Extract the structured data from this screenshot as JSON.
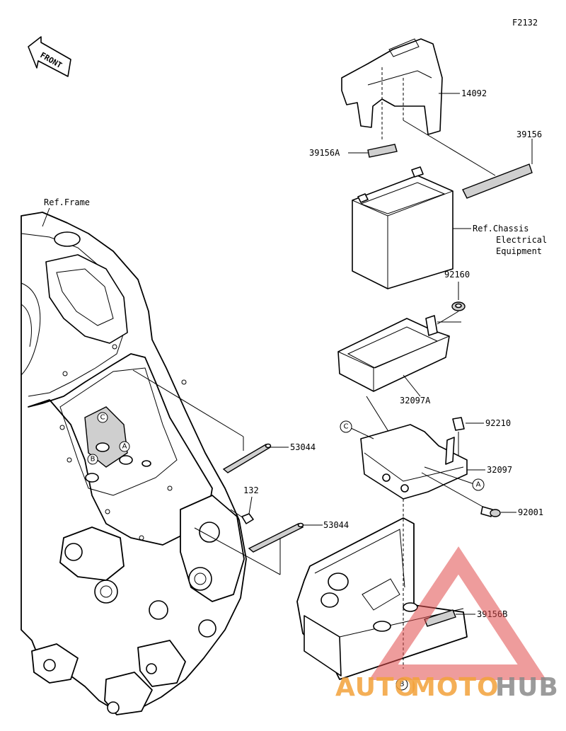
{
  "diagram_code": "F2132",
  "front_arrow": "FRONT",
  "labels": {
    "p14092": "14092",
    "p39156": "39156",
    "p39156A": "39156A",
    "p53044_upper": "53044",
    "p53044_lower": "53044",
    "p132": "132",
    "p92160": "92160",
    "p32097A": "32097A",
    "p92210": "92210",
    "p32097": "32097",
    "p92001": "92001",
    "p39156B": "39156B",
    "ref_frame": "Ref.Frame",
    "ref_chassis_1": "Ref.Chassis",
    "ref_chassis_2": "Electrical",
    "ref_chassis_3": "Equipment"
  },
  "callouts": {
    "A": "A",
    "B": "B",
    "C": "C"
  },
  "watermark": {
    "auto": "AUTO",
    "moto": "MOTO",
    "hub": "HUB",
    "color_red": "#e04a4a",
    "color_orange": "#f3a23a",
    "color_gray": "#8a8a8a"
  }
}
